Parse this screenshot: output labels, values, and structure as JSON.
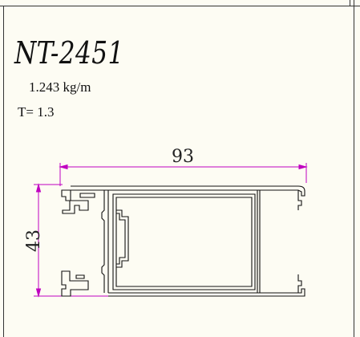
{
  "profile": {
    "model": "NT-2451",
    "weight": "1.243 kg/m",
    "thickness": "T= 1.3"
  },
  "dimensions": {
    "width": "93",
    "height": "43"
  },
  "colors": {
    "background": "#fdfcf3",
    "outline": "#111111",
    "dimension": "#c000c0"
  }
}
